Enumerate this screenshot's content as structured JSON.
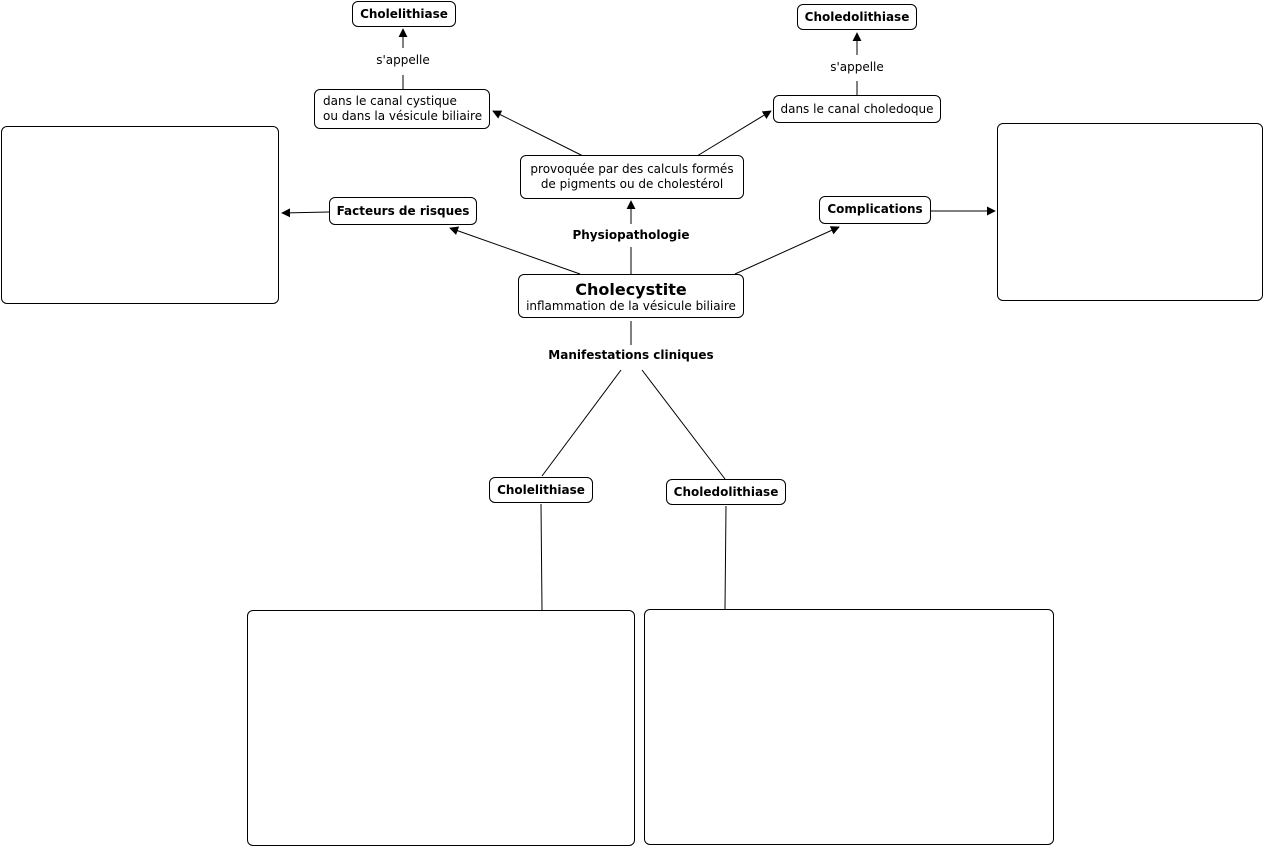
{
  "central": {
    "title": "Cholecystite",
    "subtitle": "inflammation de la vésicule biliaire"
  },
  "links": {
    "physiopathologie": "Physiopathologie",
    "manifestations": "Manifestations cliniques",
    "sappelle_left": "s'appelle",
    "sappelle_right": "s'appelle"
  },
  "nodes": {
    "calculs_line1": "provoquée par des calculs formés",
    "calculs_line2": "de pigments ou de cholestérol",
    "canal_cystique_line1": "dans le canal cystique",
    "canal_cystique_line2": "ou dans la vésicule biliaire",
    "canal_choledoque": "dans le canal choledoque",
    "cholelithiase_top": "Cholelithiase",
    "choledolithiase_top": "Choledolithiase",
    "facteurs": "Facteurs de risques",
    "complications": "Complications",
    "cholelithiase_bottom": "Cholelithiase",
    "choledolithiase_bottom": "Choledolithiase"
  },
  "colors": {
    "stroke": "#000000",
    "background": "#ffffff"
  }
}
